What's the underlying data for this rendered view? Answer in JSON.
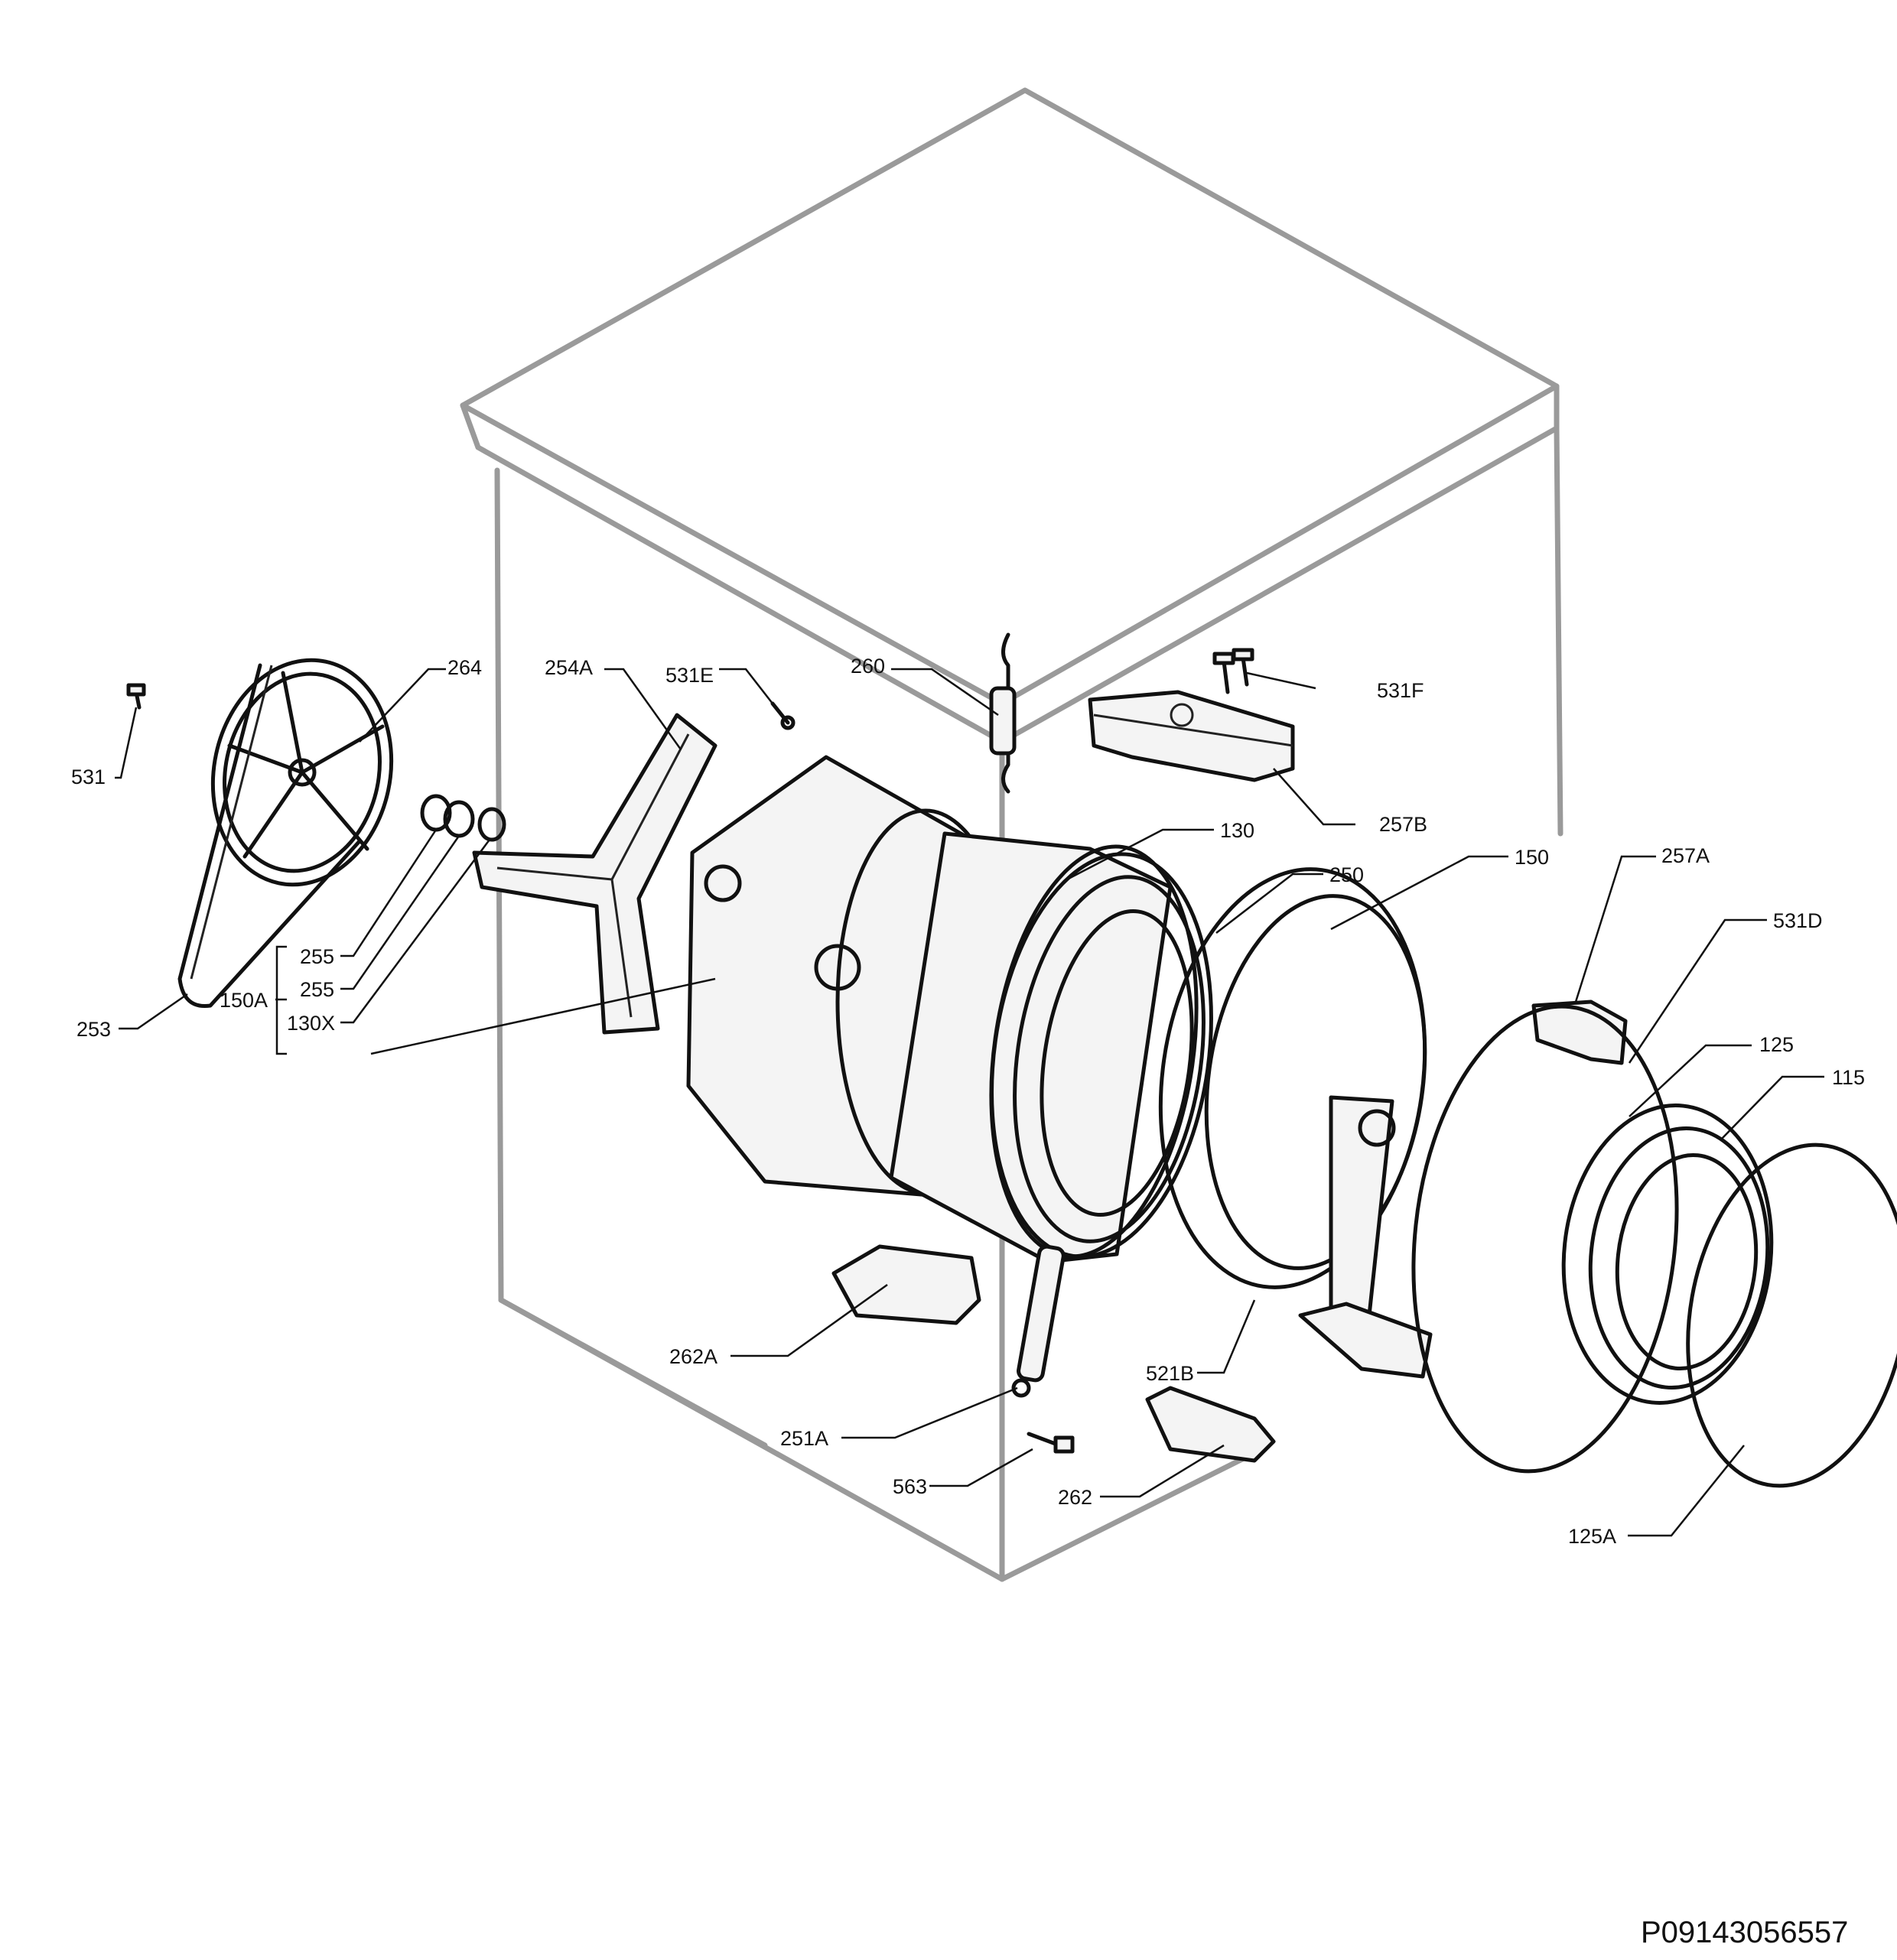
{
  "callouts": {
    "c264": "264",
    "c254A": "254A",
    "c531E": "531E",
    "c260": "260",
    "c531F": "531F",
    "c531": "531",
    "c257B": "257B",
    "c130": "130",
    "c150": "150",
    "c250": "250",
    "c257A": "257A",
    "c531D": "531D",
    "c125": "125",
    "c115": "115",
    "c255a": "255",
    "c255b": "255",
    "c150A": "150A",
    "c130X": "130X",
    "c253": "253",
    "c262A": "262A",
    "c251A": "251A",
    "c521B": "521B",
    "c563": "563",
    "c262": "262",
    "c125A": "125A"
  },
  "document_id": "P09143056557"
}
